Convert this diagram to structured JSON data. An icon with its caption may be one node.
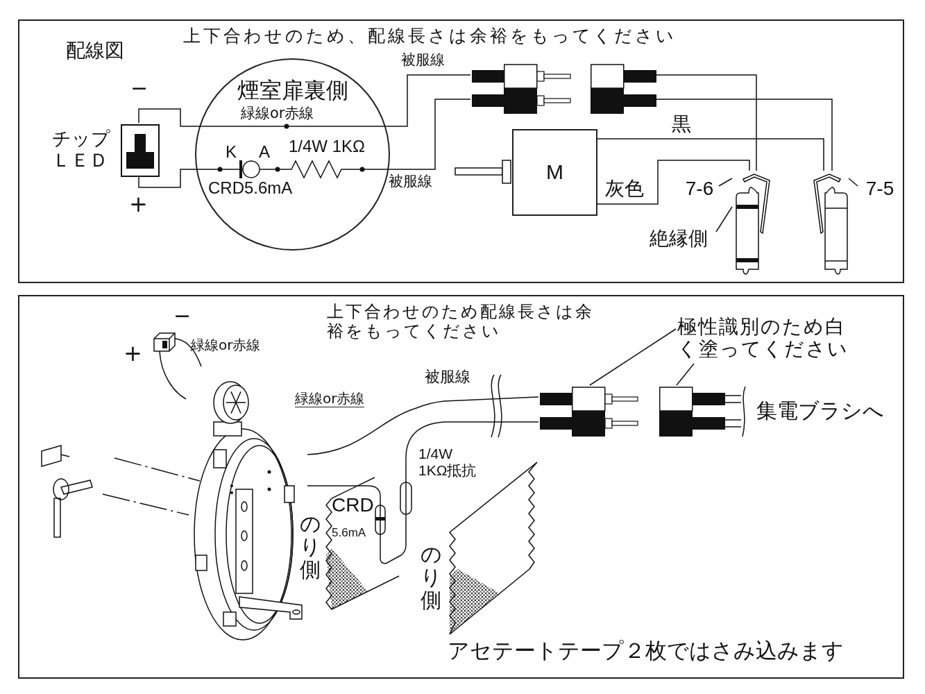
{
  "diagram": {
    "nodes": [
      {
        "text": [
          "配線図",
          "上下合わせのため、配線長さは余裕をもってください"
        ]
      },
      {
        "text": [],
        "shape": "picture",
        "in": 0,
        "beside": [
          "チップＬＥＤ"
        ]
      },
      {
        "text": [
          "煙室扉裏側"
        ],
        "in": 0
      },
      {
        "text": [],
        "shape": "picture",
        "in": 0
      },
      {
        "text": [],
        "shape": "picture",
        "in": 0
      },
      {
        "text": [
          "M"
        ],
        "in": 0
      },
      {
        "text": [],
        "shape": "picture",
        "in": 0
      },
      {
        "text": [],
        "shape": "picture",
        "in": 0
      },
      {
        "text": [
          "7-6"
        ],
        "in": 0
      },
      {
        "text": [
          "7-5"
        ],
        "in": 0
      },
      {
        "text": [
          "絶縁側"
        ],
        "in": 0
      },
      {
        "text": [],
        "shape": "box"
      },
      {
        "text": [],
        "shape": "picture",
        "in": 11
      },
      {
        "text": [],
        "shape": "picture",
        "in": 11
      },
      {
        "text": [],
        "shape": "picture",
        "in": 11,
        "beside": [
          "集電ブラシへ"
        ]
      },
      {
        "text": [
          "極性識別のため白く塗ってください"
        ],
        "in": 11
      },
      {
        "text": [],
        "shape": "picture",
        "in": 11
      }
    ],
    "edges": [
      {
        "from": 1,
        "to": 2,
        "arrow": "none"
      },
      {
        "from": 2,
        "to": 3,
        "arrow": "none"
      },
      {
        "from": 1,
        "to": 2,
        "arrow": "none"
      },
      {
        "from": 2,
        "to": 3,
        "arrow": "none"
      },
      {
        "from": 4,
        "to": 6,
        "arrow": "none"
      },
      {
        "from": 4,
        "to": 7,
        "arrow": "none"
      },
      {
        "from": 5,
        "to": 7,
        "arrow": "none",
        "label": "黒"
      },
      {
        "from": 5,
        "to": 6,
        "arrow": "none",
        "label": "灰色"
      },
      {
        "from": 8,
        "to": 6,
        "arrow": "none"
      },
      {
        "from": 9,
        "to": 7,
        "arrow": "none"
      },
      {
        "from": 10,
        "to": 6,
        "arrow": "none"
      },
      {
        "from": 16,
        "to": 12,
        "arrow": "none"
      },
      {
        "from": 12,
        "to": 13,
        "arrow": "none",
        "label": "緑線or赤線"
      },
      {
        "from": 12,
        "to": 13,
        "arrow": "none"
      },
      {
        "from": 15,
        "to": 13,
        "arrow": "none"
      },
      {
        "from": 15,
        "to": 14,
        "arrow": "none"
      },
      {
        "from": 16,
        "to": 12,
        "arrow": "none"
      }
    ],
    "labels": [
      "被服線",
      "−",
      "緑線or赤線",
      "K",
      "A",
      "1/4W 1KΩ",
      "被服線",
      "CRD5.6mA",
      "+",
      "上下合わせのため配線長さは余裕をもってください",
      "−",
      "+",
      "緑線or赤線",
      "被服線",
      "1/4W 1KΩ抵抗",
      "CRD",
      "5.6mA",
      "のり側",
      "のり側",
      "アセテートテープ２枚ではさみ込みます"
    ]
  }
}
